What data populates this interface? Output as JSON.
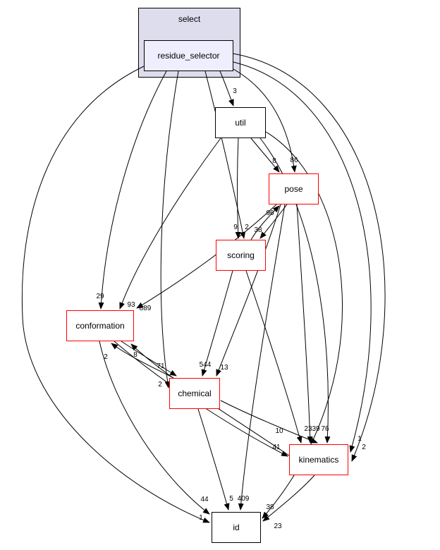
{
  "diagram": {
    "cluster": {
      "label": "select",
      "fill": "#ddddee",
      "border": "#000000"
    },
    "nodes": {
      "residue_selector": {
        "label": "residue_selector",
        "border": "#000000",
        "fill": "#eeeeff"
      },
      "util": {
        "label": "util",
        "border": "#000000",
        "fill": "#ffffff"
      },
      "pose": {
        "label": "pose",
        "border": "#ff0000",
        "fill": "#ffffff"
      },
      "scoring": {
        "label": "scoring",
        "border": "#ff0000",
        "fill": "#ffffff"
      },
      "conformation": {
        "label": "conformation",
        "border": "#ff0000",
        "fill": "#ffffff"
      },
      "chemical": {
        "label": "chemical",
        "border": "#ff0000",
        "fill": "#ffffff"
      },
      "kinematics": {
        "label": "kinematics",
        "border": "#ff0000",
        "fill": "#ffffff"
      },
      "id": {
        "label": "id",
        "border": "#000000",
        "fill": "#ffffff"
      }
    },
    "edges": [
      {
        "from": "residue_selector",
        "to": "util",
        "label": "3"
      },
      {
        "from": "util",
        "to": "pose",
        "label": "8"
      },
      {
        "from": "residue_selector",
        "to": "pose",
        "label": "86"
      },
      {
        "from": "scoring",
        "to": "pose",
        "label": "96"
      },
      {
        "from": "util",
        "to": "scoring",
        "label": "9"
      },
      {
        "from": "residue_selector",
        "to": "scoring",
        "label": "2"
      },
      {
        "from": "pose",
        "to": "scoring",
        "label": "38"
      },
      {
        "from": "residue_selector",
        "to": "conformation",
        "label": "29"
      },
      {
        "from": "util",
        "to": "conformation",
        "label": "93"
      },
      {
        "from": "pose",
        "to": "conformation",
        "label": "889"
      },
      {
        "from": "chemical",
        "to": "conformation",
        "label": "2"
      },
      {
        "from": "kinematics",
        "to": "conformation",
        "label": "8"
      },
      {
        "from": "conformation",
        "to": "chemical",
        "label": "71"
      },
      {
        "from": "residue_selector",
        "to": "chemical",
        "label": "2"
      },
      {
        "from": "scoring",
        "to": "chemical",
        "label": "544"
      },
      {
        "from": "pose",
        "to": "chemical",
        "label": "13"
      },
      {
        "from": "scoring",
        "to": "kinematics",
        "label": "10"
      },
      {
        "from": "conformation",
        "to": "kinematics",
        "label": "41"
      },
      {
        "from": "pose",
        "to": "kinematics",
        "label": "23"
      },
      {
        "from": "chemical",
        "to": "kinematics",
        "label": "39"
      },
      {
        "from": "util",
        "to": "kinematics",
        "label": "76"
      },
      {
        "from": "residue_selector",
        "to": "kinematics",
        "label": "1"
      },
      {
        "from": "residue_selector",
        "to": "kinematics",
        "label": "2"
      },
      {
        "from": "residue_selector",
        "to": "id",
        "label": "1"
      },
      {
        "from": "conformation",
        "to": "id",
        "label": "44"
      },
      {
        "from": "chemical",
        "to": "id",
        "label": "5"
      },
      {
        "from": "pose",
        "to": "id",
        "label": "409"
      },
      {
        "from": "util",
        "to": "id",
        "label": "38"
      },
      {
        "from": "kinematics",
        "to": "id",
        "label": "23"
      }
    ]
  }
}
